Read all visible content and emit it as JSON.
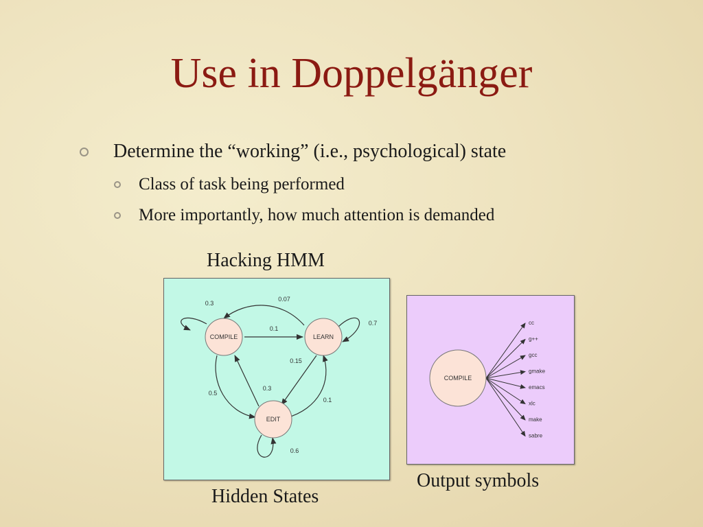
{
  "slide": {
    "title": "Use in Doppelgänger",
    "bullets": [
      {
        "text": "Determine the “working” (i.e., psychological) state"
      },
      {
        "text": "Class of task being performed"
      },
      {
        "text": "More importantly, how much attention is demanded"
      }
    ]
  },
  "captions": {
    "top": "Hacking HMM",
    "hidden": "Hidden States",
    "output": "Output symbols"
  },
  "hmm": {
    "states": [
      "COMPILE",
      "LEARN",
      "EDIT"
    ],
    "edge_labels": {
      "compile_self": "0.3",
      "learn_to_compile": "0.07",
      "compile_to_learn": "0.1",
      "learn_self": "0.7",
      "learn_to_edit": "0.15",
      "edit_to_compile": "0.3",
      "compile_to_edit": "0.5",
      "edit_to_learn": "0.1",
      "edit_self": "0.6"
    }
  },
  "output": {
    "state": "COMPILE",
    "symbols": [
      "cc",
      "g++",
      "gcc",
      "gmake",
      "emacs",
      "xlc",
      "make",
      "sabre"
    ]
  }
}
